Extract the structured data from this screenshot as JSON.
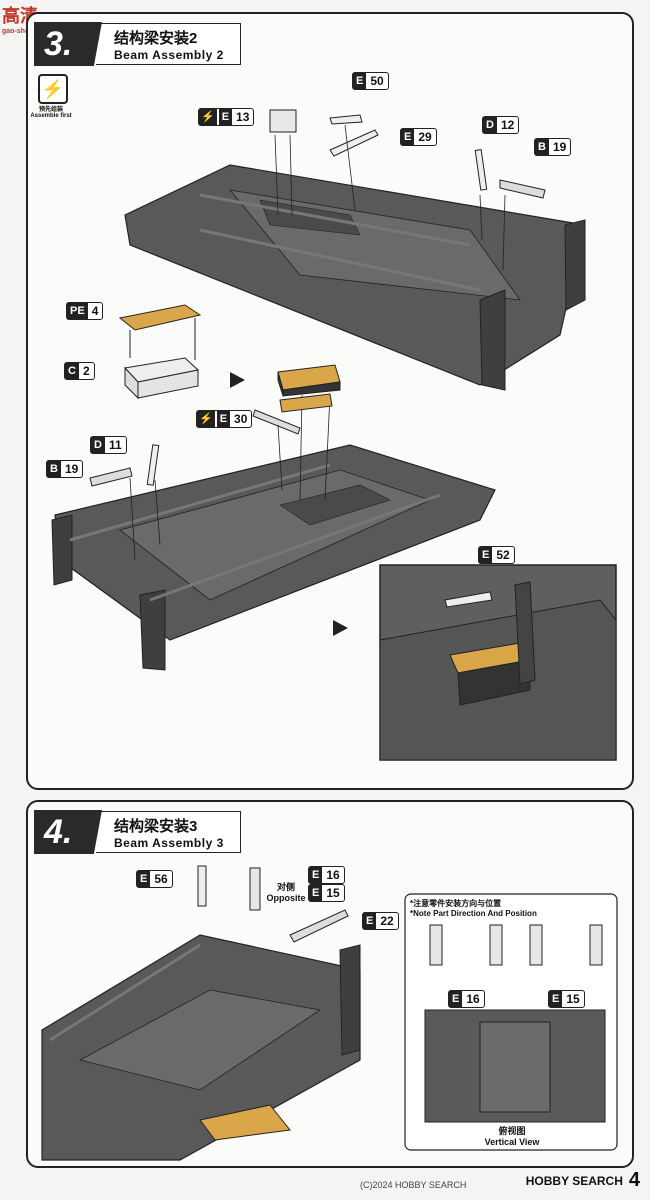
{
  "logo": {
    "text": "高清",
    "sub": "gao-shop.com"
  },
  "step3": {
    "number": "3.",
    "title_cn": "结构梁安装2",
    "title_en": "Beam Assembly 2",
    "assemble_first_cn": "预先组装",
    "assemble_first_en": "Assemble first",
    "tags": {
      "e50": {
        "code": "E",
        "num": "50"
      },
      "e13": {
        "code": "E",
        "num": "13"
      },
      "e29": {
        "code": "E",
        "num": "29"
      },
      "d12": {
        "code": "D",
        "num": "12"
      },
      "b19a": {
        "code": "B",
        "num": "19"
      },
      "pe4": {
        "code": "PE",
        "num": "4"
      },
      "c2": {
        "code": "C",
        "num": "2"
      },
      "e30": {
        "code": "E",
        "num": "30"
      },
      "d11": {
        "code": "D",
        "num": "11"
      },
      "b19b": {
        "code": "B",
        "num": "19"
      },
      "e52": {
        "code": "E",
        "num": "52"
      }
    }
  },
  "step4": {
    "number": "4.",
    "title_cn": "结构梁安装3",
    "title_en": "Beam Assembly 3",
    "tags": {
      "e56": {
        "code": "E",
        "num": "56"
      },
      "e16": {
        "code": "E",
        "num": "16"
      },
      "e15": {
        "code": "E",
        "num": "15"
      },
      "e22": {
        "code": "E",
        "num": "22"
      },
      "e16b": {
        "code": "E",
        "num": "16"
      },
      "e15b": {
        "code": "E",
        "num": "15"
      }
    },
    "opposite_cn": "对侧",
    "opposite_en": "Opposite",
    "note_cn": "*注意零件安装方向与位置",
    "note_en": "*Note Part Direction And Position",
    "vertical_cn": "俯视图",
    "vertical_en": "Vertical View"
  },
  "footer": {
    "copyright": "(C)2024 HOBBY SEARCH",
    "brand": "HOBBY SEARCH",
    "page": "4"
  },
  "colors": {
    "frame": "#5a5a5a",
    "dark": "#3e3e3e",
    "amber": "#d9a64a",
    "light": "#e6e6e6"
  }
}
